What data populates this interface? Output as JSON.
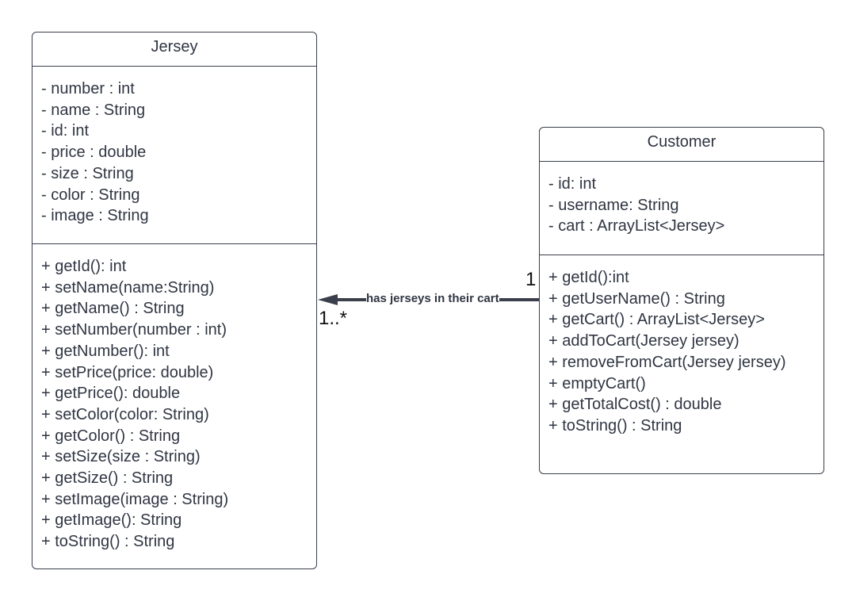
{
  "classes": {
    "jersey": {
      "name": "Jersey",
      "attributes": [
        "- number : int",
        "- name : String",
        "- id: int",
        "- price : double",
        "- size : String",
        "- color : String",
        "- image : String"
      ],
      "methods": [
        "+ getId(): int",
        "+ setName(name:String)",
        "+ getName() : String",
        "+ setNumber(number : int)",
        "+ getNumber(): int",
        "+ setPrice(price: double)",
        "+ getPrice(): double",
        "+ setColor(color: String)",
        "+ getColor() : String",
        "+ setSize(size : String)",
        "+ getSize() : String",
        "+ setImage(image : String)",
        "+ getImage(): String",
        "+ toString() : String"
      ]
    },
    "customer": {
      "name": "Customer",
      "attributes": [
        "- id: int",
        "- username: String",
        "- cart : ArrayList<Jersey>"
      ],
      "methods": [
        "+ getId():int",
        "+ getUserName() : String",
        "+ getCart() : ArrayList<Jersey>",
        "+ addToCart(Jersey jersey)",
        "+ removeFromCart(Jersey jersey)",
        "+ emptyCart()",
        "+ getTotalCost() : double",
        "+ toString() : String"
      ]
    }
  },
  "association": {
    "label": "has jerseys in their cart",
    "source_multiplicity": "1",
    "target_multiplicity": "1..*"
  },
  "colors": {
    "border": "#3a3f4b",
    "text": "#2f3542",
    "arrow": "#3a3f4b"
  }
}
